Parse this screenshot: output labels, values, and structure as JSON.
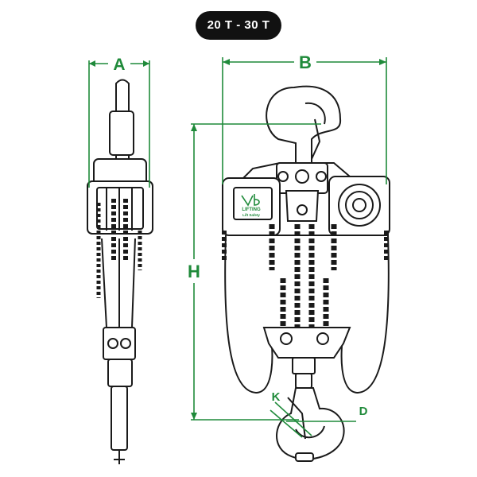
{
  "badge": {
    "label": "20 T - 30 T"
  },
  "dimensions": {
    "a": "A",
    "b": "B",
    "h": "H",
    "k": "K",
    "d": "D"
  },
  "plate": {
    "line1": "LIFTING",
    "line2": "Lift Safety"
  },
  "colors": {
    "accent": "#1f8a3a",
    "outline": "#1a1a1a",
    "badge_bg": "#111111",
    "badge_text": "#ffffff",
    "body_fill": "#ffffff"
  }
}
